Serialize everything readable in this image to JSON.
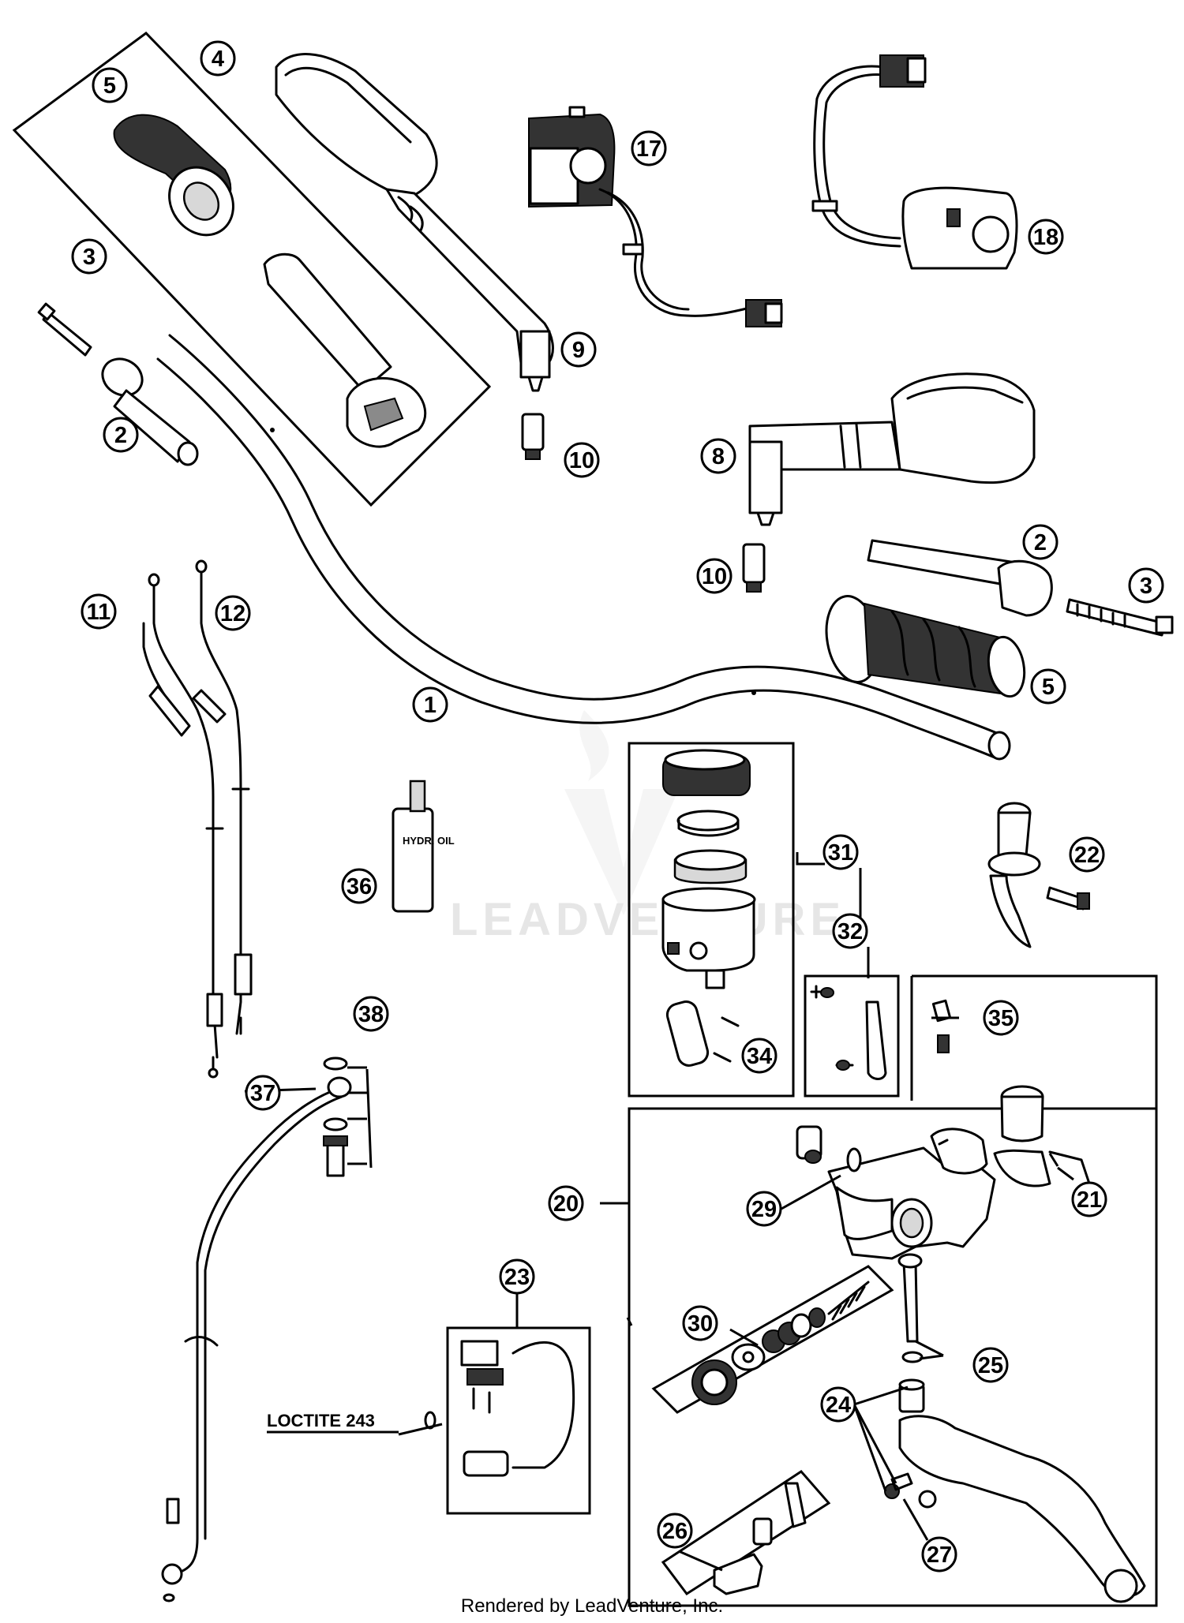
{
  "watermark": "LEADVENTURE",
  "footer": "Rendered by LeadVenture, Inc.",
  "loctite_label": "LOCTITE 243",
  "bottle_label": "HYDR. OIL",
  "callouts": [
    "4",
    "5",
    "3",
    "2",
    "9",
    "10",
    "17",
    "18",
    "8",
    "10",
    "2",
    "3",
    "5",
    "1",
    "11",
    "12",
    "36",
    "31",
    "22",
    "32",
    "35",
    "34",
    "38",
    "37",
    "21",
    "29",
    "20",
    "23",
    "30",
    "25",
    "24",
    "26",
    "27"
  ]
}
